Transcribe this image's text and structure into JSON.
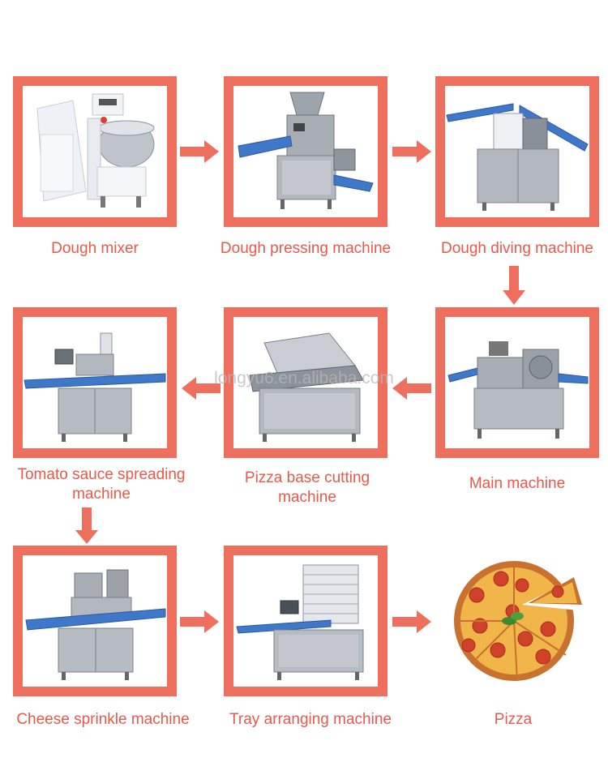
{
  "accent_color": "#ef6f5f",
  "label_color": "#e8594a",
  "watermark": "longyu6.en.alibaba.com",
  "steps": [
    {
      "label": "Dough mixer",
      "icon": "dough-mixer-icon"
    },
    {
      "label": "Dough pressing machine",
      "icon": "dough-pressing-machine-icon"
    },
    {
      "label": "Dough diving machine",
      "icon": "dough-dividing-machine-icon"
    },
    {
      "label": "Main machine",
      "icon": "main-machine-icon"
    },
    {
      "label": "Pizza base cutting machine",
      "icon": "pizza-base-cutting-machine-icon"
    },
    {
      "label": "Tomato sauce spreading machine",
      "icon": "tomato-sauce-spreading-machine-icon"
    },
    {
      "label": "Cheese sprinkle machine",
      "icon": "cheese-sprinkle-machine-icon"
    },
    {
      "label": "Tray arranging machine",
      "icon": "tray-arranging-machine-icon"
    },
    {
      "label": "Pizza",
      "icon": "pizza-icon"
    }
  ]
}
